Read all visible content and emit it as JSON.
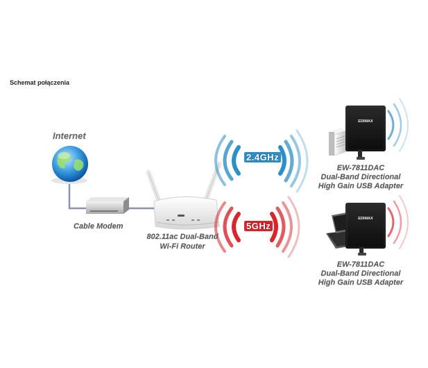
{
  "page": {
    "title": "Schemat połączenia"
  },
  "diagram": {
    "internet_label": "Internet",
    "modem_label": "Cable Modem",
    "router_label_line1": "802.11ac Dual-Band",
    "router_label_line2": "Wi-Fi Router",
    "band_24_label": "2.4GHz",
    "band_5_label": "5GHz",
    "brand_label": "EDIMAX",
    "adapters": [
      {
        "line1": "EW-7811DAC",
        "line2": "Dual-Band Directional",
        "line3": "High Gain USB Adapter"
      },
      {
        "line1": "EW-7811DAC",
        "line2": "Dual-Band Directional",
        "line3": "High Gain USB Adapter"
      }
    ]
  },
  "colors": {
    "band_24": "#2e8fc7",
    "band_5": "#d7262e",
    "cable": "#8a8fb8"
  }
}
